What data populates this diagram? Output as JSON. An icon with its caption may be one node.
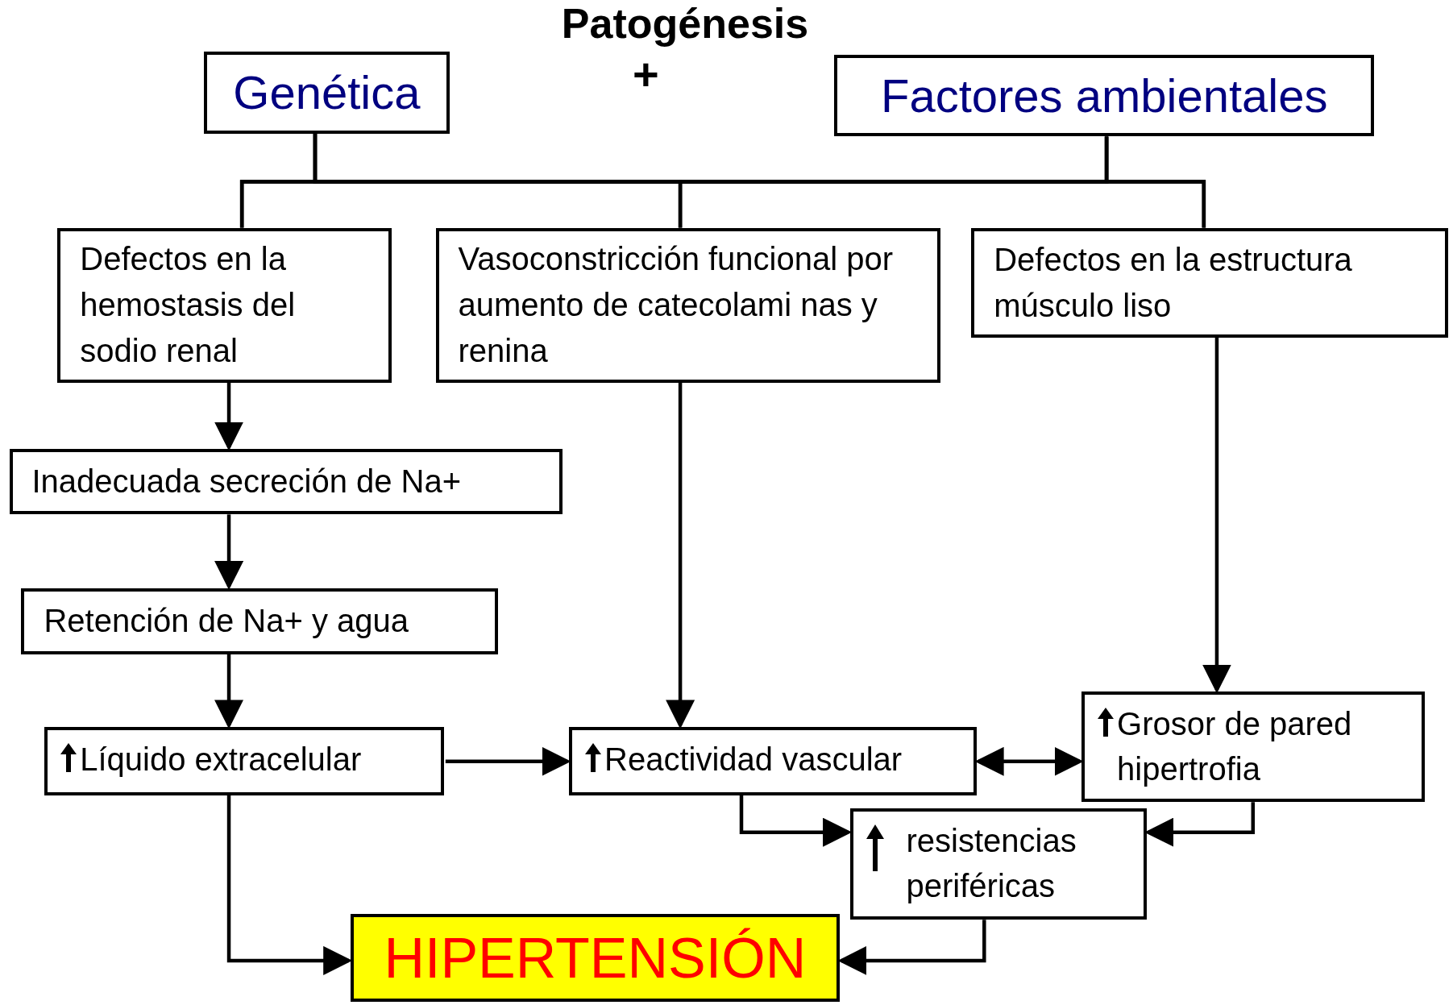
{
  "diagram": {
    "title": "Patogénesis",
    "nodes": [
      {
        "text": [
          "Genética"
        ]
      },
      {
        "text": [
          "Factores ambientales"
        ]
      },
      {
        "text": [
          "Defectos en la hemostasis del sodio renal"
        ]
      },
      {
        "text": [
          "Vasoconstricción funcional por aumento de catecolami nas y renina"
        ]
      },
      {
        "text": [
          "Defectos en la estructura músculo liso"
        ]
      },
      {
        "text": [
          "Inadecuada secreción de Na+"
        ]
      },
      {
        "text": [
          "Retención de Na+ y agua"
        ]
      },
      {
        "text": [
          "Líquido extracelular"
        ]
      },
      {
        "text": [
          "Reactividad vascular"
        ]
      },
      {
        "text": [
          "Grosor de pared hipertrofia"
        ]
      },
      {
        "text": [
          "resistencias periféricas"
        ]
      },
      {
        "text": [
          "HIPERTENSIÓN"
        ]
      }
    ],
    "edges": [
      {
        "from": 0,
        "to": 2,
        "arrow": "none"
      },
      {
        "from": 0,
        "to": 3,
        "arrow": "none"
      },
      {
        "from": 0,
        "to": 4,
        "arrow": "none"
      },
      {
        "from": 1,
        "to": 2,
        "arrow": "none"
      },
      {
        "from": 1,
        "to": 3,
        "arrow": "none"
      },
      {
        "from": 1,
        "to": 4,
        "arrow": "none"
      },
      {
        "from": 2,
        "to": 5,
        "arrow": "to"
      },
      {
        "from": 5,
        "to": 6,
        "arrow": "to"
      },
      {
        "from": 6,
        "to": 7,
        "arrow": "to"
      },
      {
        "from": 3,
        "to": 8,
        "arrow": "to"
      },
      {
        "from": 4,
        "to": 9,
        "arrow": "to"
      },
      {
        "from": 7,
        "to": 8,
        "arrow": "to"
      },
      {
        "from": 8,
        "to": 9,
        "arrow": "both"
      },
      {
        "from": 8,
        "to": 10,
        "arrow": "to"
      },
      {
        "from": 9,
        "to": 10,
        "arrow": "to"
      },
      {
        "from": 7,
        "to": 11,
        "arrow": "to"
      },
      {
        "from": 10,
        "to": 11,
        "arrow": "to"
      }
    ],
    "labels": [
      "+"
    ]
  }
}
